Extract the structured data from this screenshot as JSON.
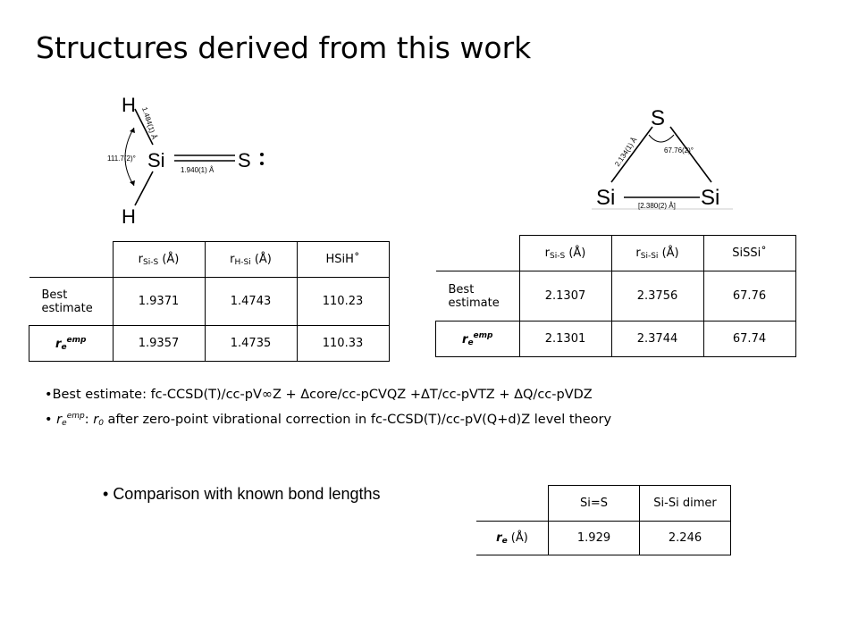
{
  "title": "Structures derived from this work",
  "h2sis_figure": {
    "atom_h_top": "H",
    "atom_si": "Si",
    "atom_s": "S",
    "atom_h_bottom": "H",
    "bond_sih_label": "1.484(1) Å",
    "angle_label": "111.7(2)°",
    "bond_sis_label": "1.940(1) Å"
  },
  "si2s_figure": {
    "atom_s": "S",
    "atom_si_left": "Si",
    "atom_si_right": "Si",
    "bond_sis_label": "2.134(1) Å",
    "angle_label": "67.76(2)°",
    "bond_sisi_label": "[2.380(2) Å]"
  },
  "table1": {
    "col1": {
      "r": "r",
      "sub": "Si-S",
      "unit": " (Å)"
    },
    "col2": {
      "r": "r",
      "sub": "H-Si",
      "unit": " (Å)"
    },
    "col3": "HSiH˚",
    "row1": {
      "label": "Best estimate",
      "v1": "1.9371",
      "v2": "1.4743",
      "v3": "110.23"
    },
    "row2": {
      "r": "r",
      "sub": "e",
      "sup": "emp",
      "v1": "1.9357",
      "v2": "1.4735",
      "v3": "110.33"
    }
  },
  "table2": {
    "col1": {
      "r": "r",
      "sub": "Si-S",
      "unit": " (Å)"
    },
    "col2": {
      "r": "r",
      "sub": "Si-Si",
      "unit": " (Å)"
    },
    "col3": "SiSSi˚",
    "row1": {
      "label": "Best estimate",
      "v1": "2.1307",
      "v2": "2.3756",
      "v3": "67.76"
    },
    "row2": {
      "r": "r",
      "sub": "e",
      "sup": "emp",
      "v1": "2.1301",
      "v2": "2.3744",
      "v3": "67.74"
    }
  },
  "bullets": {
    "b1": "Best estimate: fc-CCSD(T)/cc-pV∞Z + Δcore/cc-pCVQZ +ΔT/cc-pVTZ + ΔQ/cc-pVDZ",
    "b2_r": "r",
    "b2_sub": "e",
    "b2_sup": "emp",
    "b2_colon": ": ",
    "b2_r0": "r",
    "b2_r0_sub": "0",
    "b2_rest": " after zero-point vibrational correction in fc-CCSD(T)/cc-pV(Q+d)Z  level theory"
  },
  "comparison": {
    "label": "Comparison with known bond lengths",
    "col1": "Si=S",
    "col2": "Si-Si dimer",
    "row_r": "r",
    "row_sub": "e",
    "row_unit": " (Å)",
    "v1": "1.929",
    "v2": "2.246"
  }
}
